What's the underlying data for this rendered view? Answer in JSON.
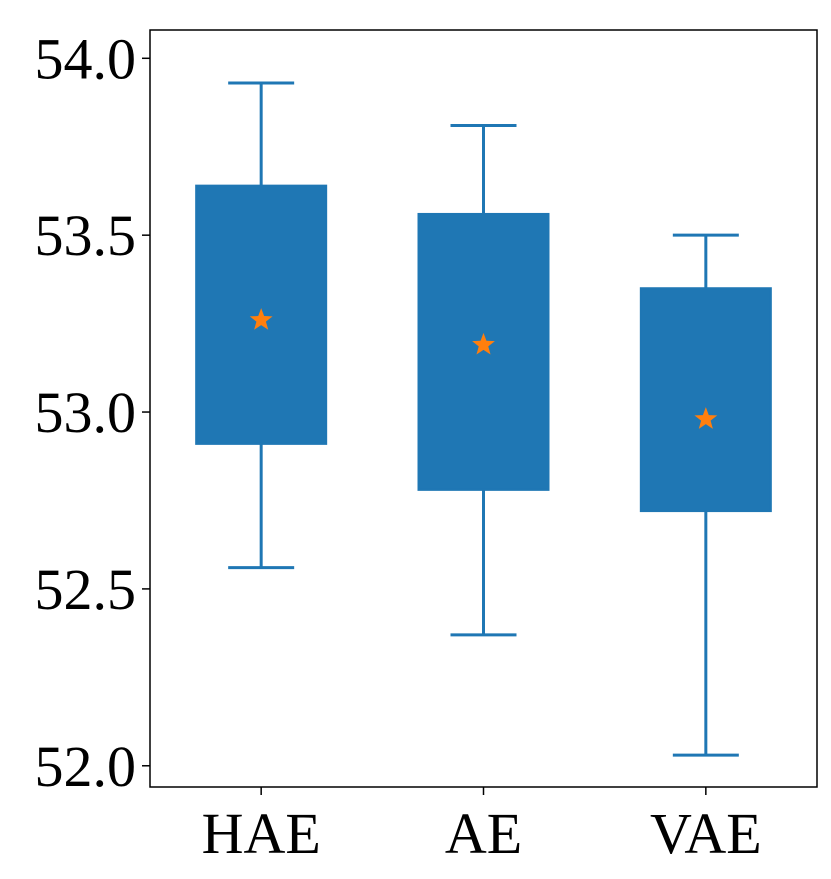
{
  "chart_data": {
    "type": "box",
    "categories": [
      "HAE",
      "AE",
      "VAE"
    ],
    "boxes": [
      {
        "category": "HAE",
        "whisker_low": 52.56,
        "q1": 52.91,
        "q3": 53.64,
        "whisker_high": 53.93,
        "mean": 53.26
      },
      {
        "category": "AE",
        "whisker_low": 52.37,
        "q1": 52.78,
        "q3": 53.56,
        "whisker_high": 53.81,
        "mean": 53.19
      },
      {
        "category": "VAE",
        "whisker_low": 52.03,
        "q1": 52.72,
        "q3": 53.35,
        "whisker_high": 53.5,
        "mean": 52.98
      }
    ],
    "yticks": [
      52.0,
      52.5,
      53.0,
      53.5,
      54.0
    ],
    "ytick_labels": [
      "52.0",
      "52.5",
      "53.0",
      "53.5",
      "54.0"
    ],
    "ylim": [
      51.94,
      54.08
    ],
    "xlabel": "",
    "ylabel": "",
    "title": "",
    "grid": false,
    "legend": "none",
    "colors": {
      "box": "#1f77b4",
      "whisker": "#1f77b4",
      "mean_marker": "#ff7f0e",
      "axis": "#000000"
    },
    "mean_marker": "star"
  }
}
